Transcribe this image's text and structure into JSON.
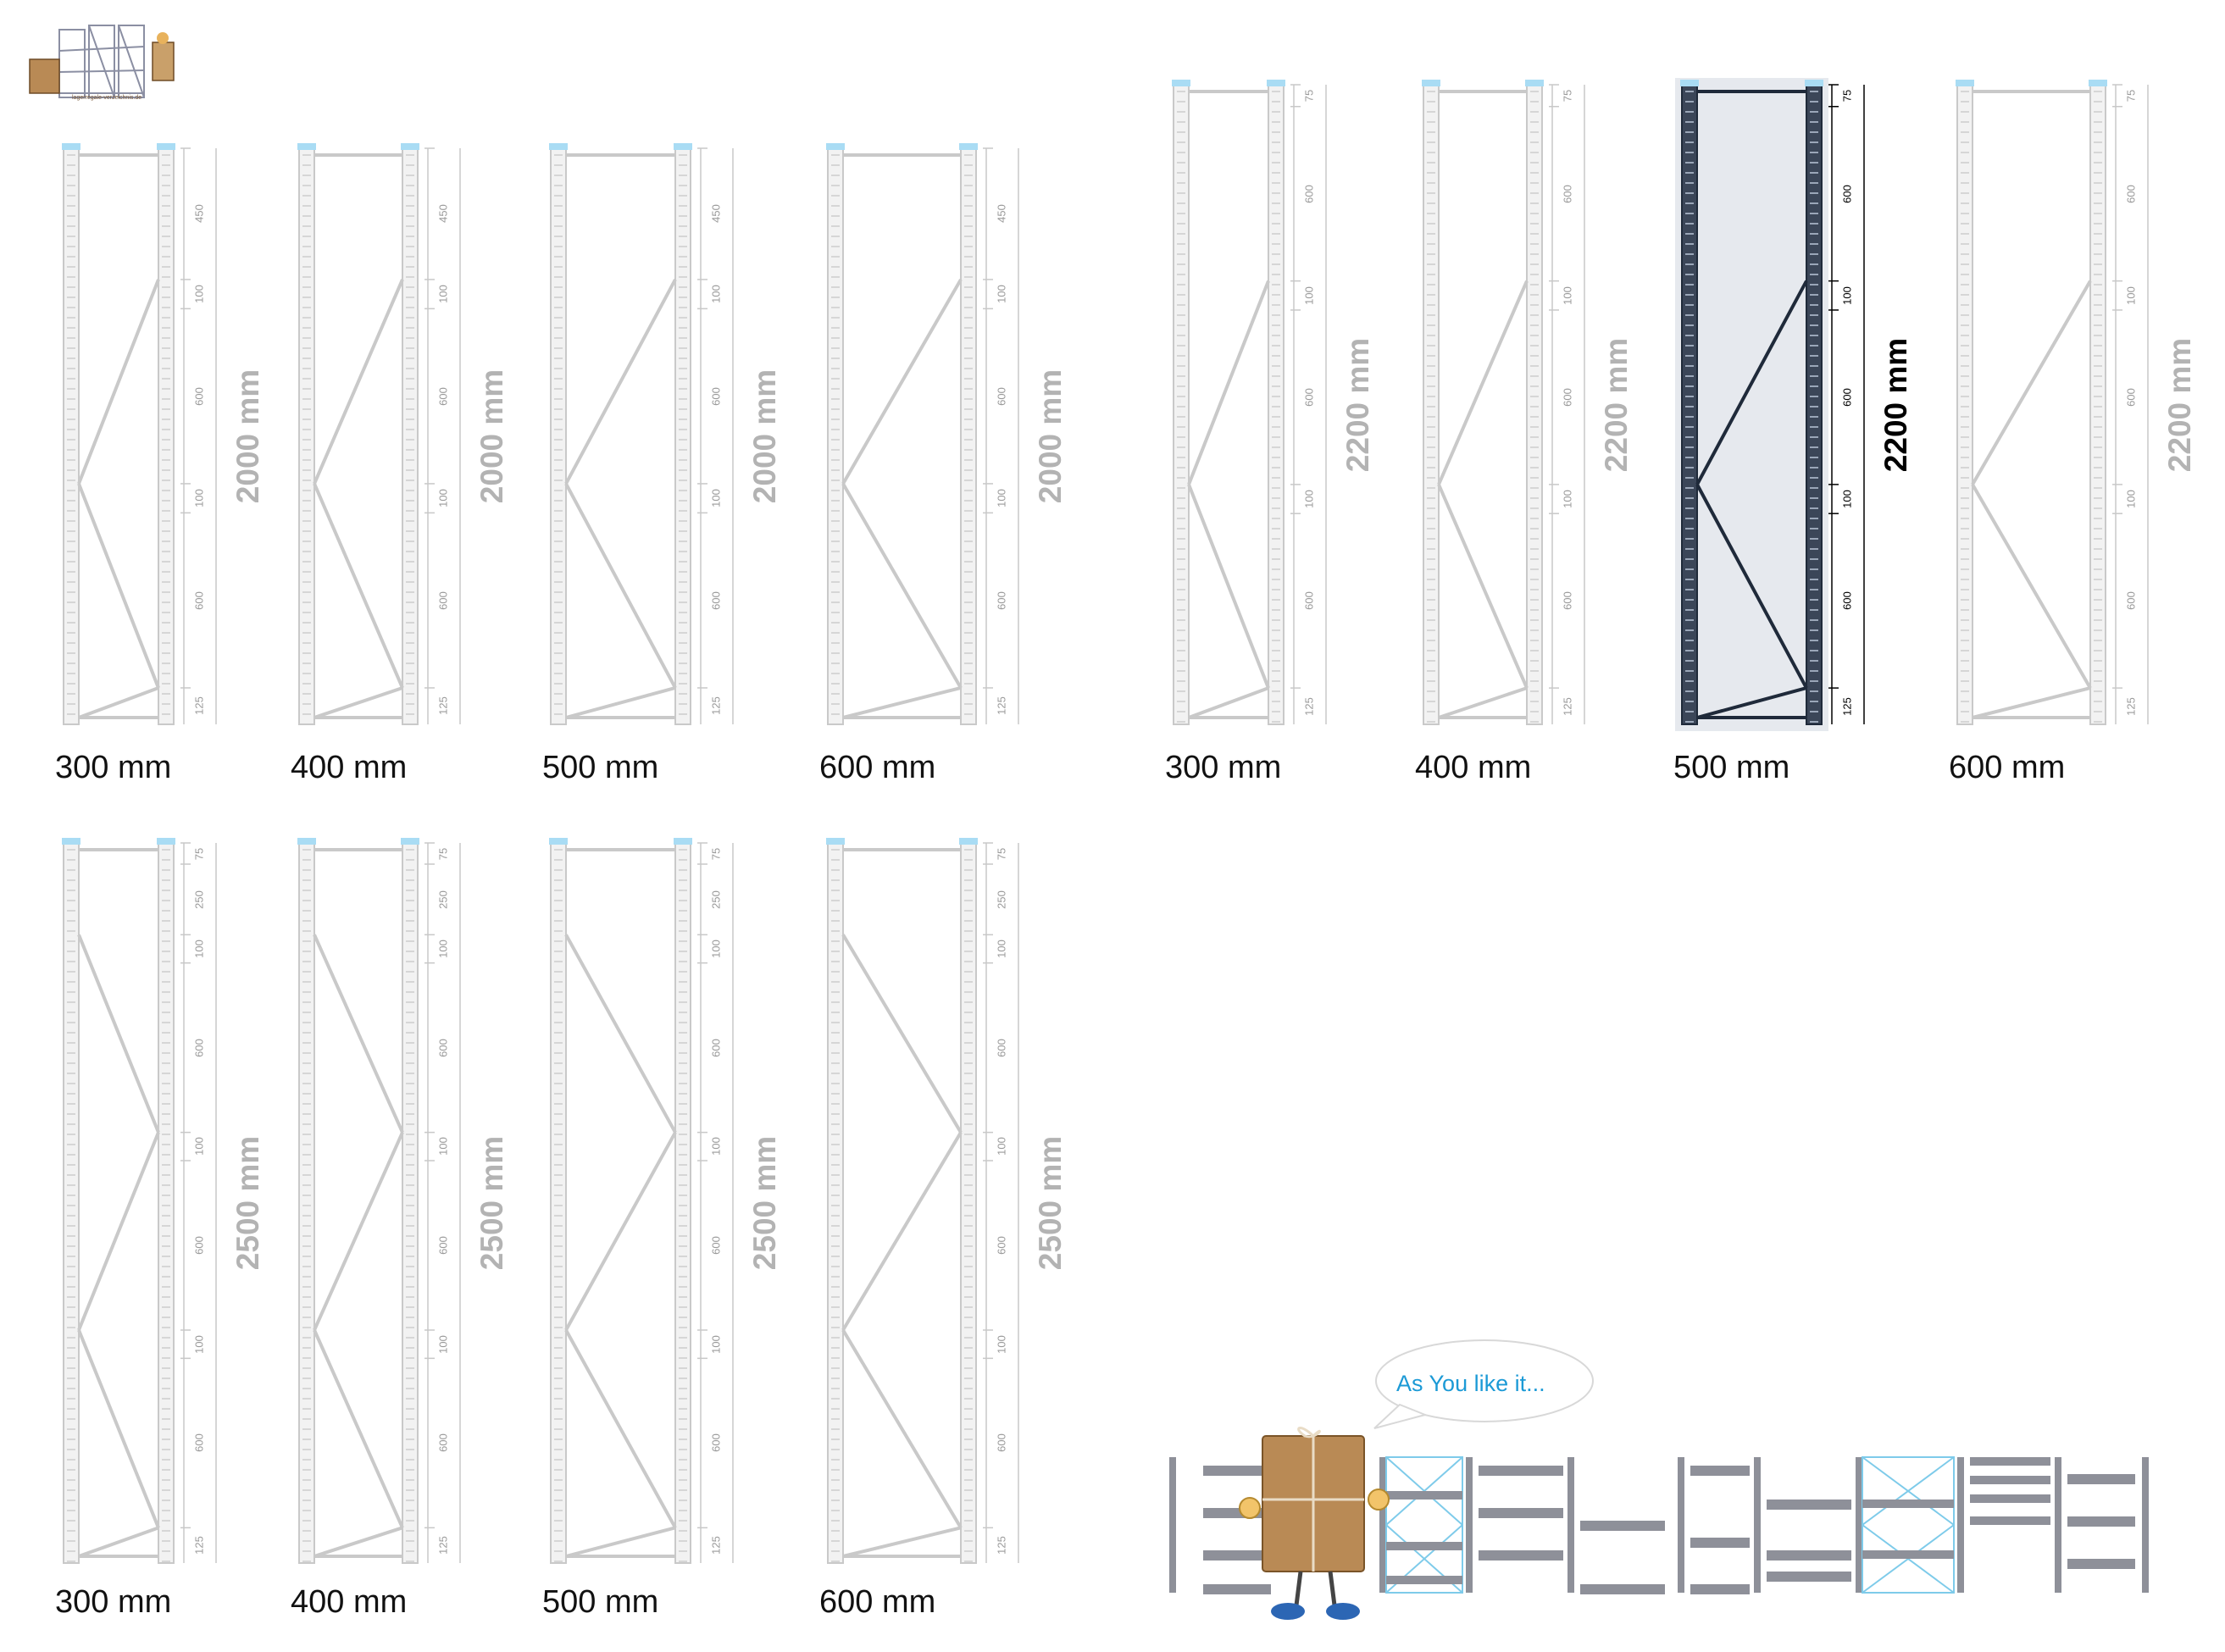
{
  "logo": {
    "caption": "lagerregale-verzeichnis.de"
  },
  "groups": [
    {
      "height_label": "2000 mm",
      "segments": [
        "125",
        "600",
        "100",
        "600",
        "100",
        "450"
      ],
      "frames": [
        {
          "width_label": "300 mm"
        },
        {
          "width_label": "400 mm"
        },
        {
          "width_label": "500 mm"
        },
        {
          "width_label": "600 mm"
        }
      ]
    },
    {
      "height_label": "2200 mm",
      "segments": [
        "125",
        "600",
        "100",
        "600",
        "100",
        "600",
        "75"
      ],
      "frames": [
        {
          "width_label": "300 mm"
        },
        {
          "width_label": "400 mm"
        },
        {
          "width_label": "500 mm",
          "highlighted": true
        },
        {
          "width_label": "600 mm"
        }
      ]
    },
    {
      "height_label": "2500 mm",
      "segments": [
        "125",
        "600",
        "100",
        "600",
        "100",
        "600",
        "100",
        "250",
        "75"
      ],
      "frames": [
        {
          "width_label": "300 mm"
        },
        {
          "width_label": "400 mm"
        },
        {
          "width_label": "500 mm"
        },
        {
          "width_label": "600 mm"
        }
      ]
    }
  ],
  "bubble": {
    "text": "As You like it..."
  },
  "colors": {
    "frame_light": "#c9c9c9",
    "frame_dark": "#1f2a3a",
    "frame_cap": "#a9dcf4",
    "shelf_grey": "#8e9099",
    "brace_blue": "#7ecbea",
    "box_brown": "#b98a55",
    "bubble_text": "#1c9ad6"
  }
}
